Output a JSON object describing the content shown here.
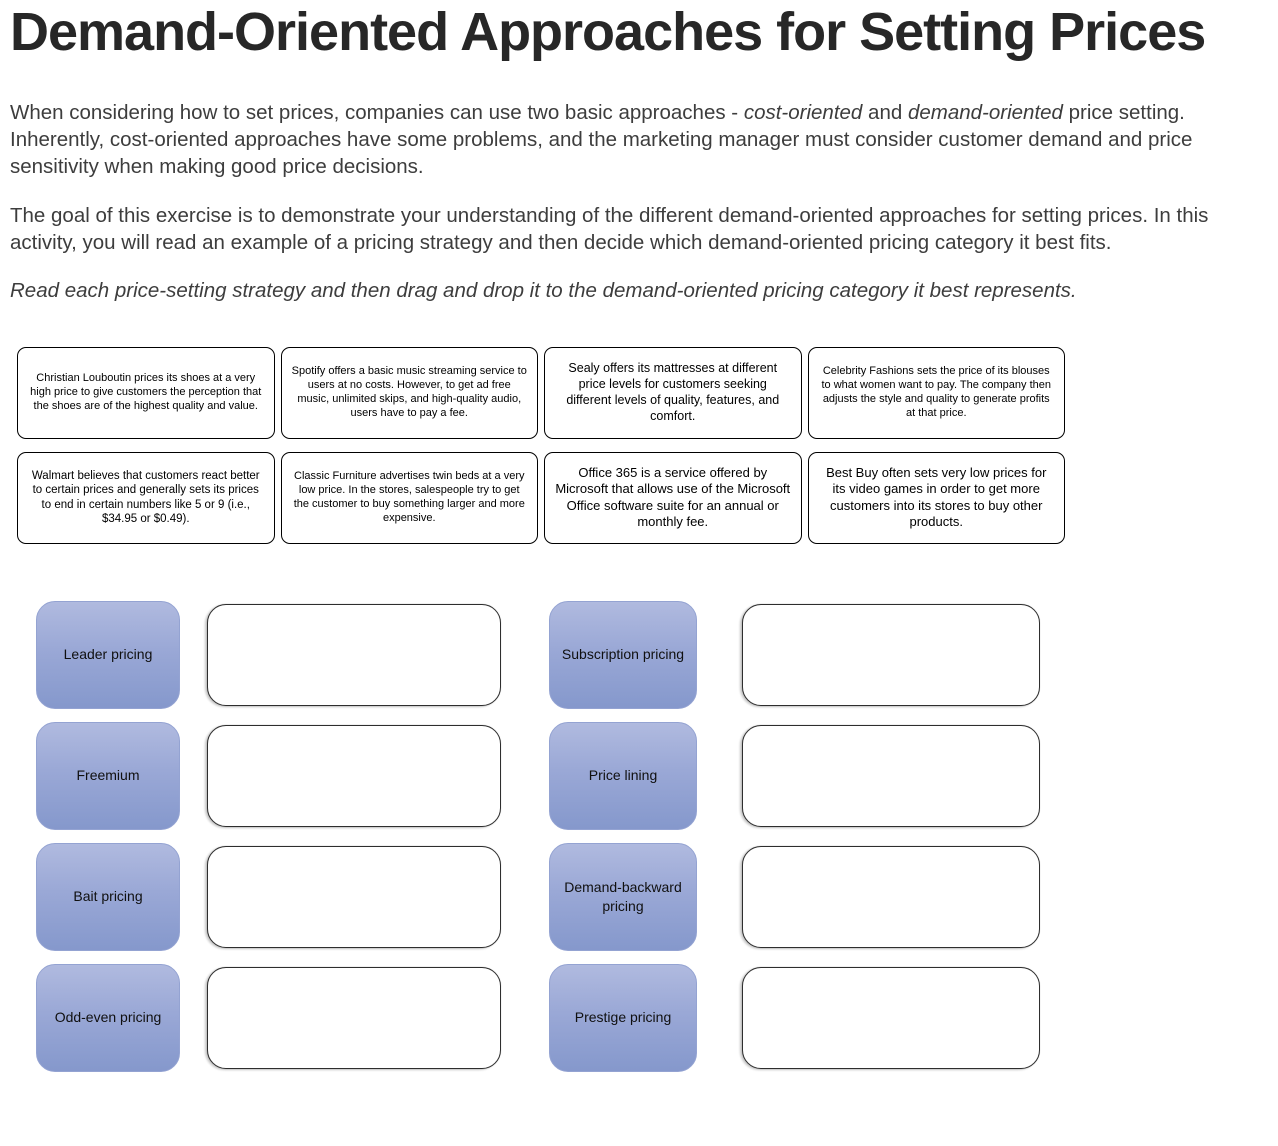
{
  "header": {
    "title": "Demand-Oriented Approaches for Setting Prices"
  },
  "intro": {
    "p1_before": "When considering how to set prices, companies can use two basic approaches - ",
    "p1_italic1": "cost-oriented",
    "p1_mid": " and ",
    "p1_italic2": "demand-oriented",
    "p1_after": " price setting. Inherently, cost-oriented approaches have some problems, and the marketing manager must consider customer demand and price sensitivity when making good price decisions.",
    "p2": "The goal of this exercise is to demonstrate your understanding of the different demand-oriented approaches for setting prices. In this activity, you will read an example of a pricing strategy and then decide which demand-oriented pricing category it best fits.",
    "instruction": "Read each price-setting strategy and then drag and drop it to the demand-oriented pricing category it best represents."
  },
  "cards": [
    {
      "text": "Christian Louboutin prices its shoes at a very high price to give customers the perception that the shoes are of the highest quality and value."
    },
    {
      "text": "Spotify offers a basic music streaming service to users at no costs. However, to get ad free music, unlimited skips, and high-quality audio, users have to pay a fee."
    },
    {
      "text": "Sealy offers its mattresses at different price levels for customers seeking different levels of quality, features, and comfort."
    },
    {
      "text": "Celebrity Fashions sets the price of its blouses to what women want to pay. The company then adjusts the style and quality to generate profits at that price."
    },
    {
      "text": "Walmart believes that customers react better to certain prices and generally sets its prices to end in certain numbers like 5 or 9 (i.e., $34.95 or $0.49)."
    },
    {
      "text": "Classic Furniture advertises twin beds at a very low price. In the stores, salespeople try to get the customer to buy something larger and more expensive."
    },
    {
      "text": "Office 365 is a service offered by Microsoft that allows use of the Microsoft Office software suite for an annual or monthly fee."
    },
    {
      "text": "Best Buy often sets very low prices for its video games in order to get more customers into its stores to buy other products."
    }
  ],
  "categories": [
    {
      "label": "Leader pricing"
    },
    {
      "label": "Subscription pricing"
    },
    {
      "label": "Freemium"
    },
    {
      "label": "Price lining"
    },
    {
      "label": "Bait pricing"
    },
    {
      "label": "Demand-backward pricing"
    },
    {
      "label": "Odd-even pricing"
    },
    {
      "label": "Prestige pricing"
    }
  ],
  "colors": {
    "heading_text": "#272727",
    "body_text": "#3d3d3d",
    "card_border": "#000000",
    "category_gradient_top": "#b0badf",
    "category_gradient_bottom": "#8598cc",
    "dropzone_border": "#2e2e2e"
  }
}
